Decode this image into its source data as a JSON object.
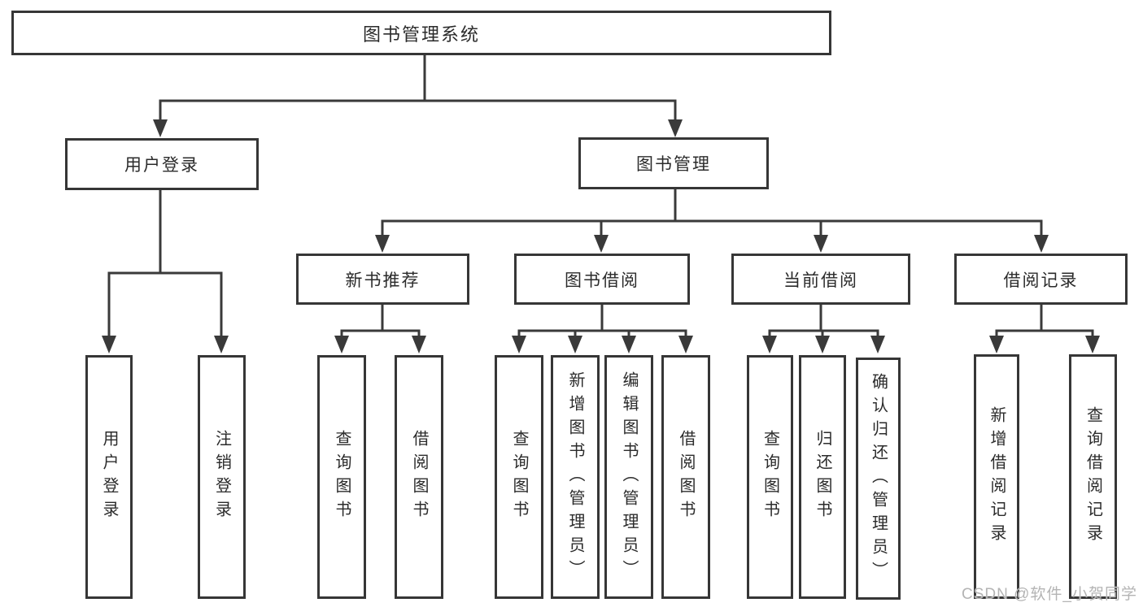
{
  "nodes": {
    "root": {
      "label": "图书管理系统"
    },
    "user_login_branch": {
      "label": "用户登录"
    },
    "book_management_branch": {
      "label": "图书管理"
    },
    "new_book_recommend": {
      "label": "新书推荐"
    },
    "book_borrowing": {
      "label": "图书借阅"
    },
    "current_borrowing": {
      "label": "当前借阅"
    },
    "borrowing_records": {
      "label": "借阅记录"
    },
    "leaf_user_login": {
      "label": "用户登录"
    },
    "leaf_logout": {
      "label": "注销登录"
    },
    "leaf_query_books_recommend": {
      "label": "查询图书"
    },
    "leaf_borrow_books_recommend": {
      "label": "借阅图书"
    },
    "leaf_query_books_borrowing": {
      "label": "查询图书"
    },
    "leaf_add_books_admin": {
      "label": "新增图书（管理员）"
    },
    "leaf_edit_books_admin": {
      "label": "编辑图书（管理员）"
    },
    "leaf_borrow_books_borrowing": {
      "label": "借阅图书"
    },
    "leaf_query_books_current": {
      "label": "查询图书"
    },
    "leaf_return_books": {
      "label": "归还图书"
    },
    "leaf_confirm_return_admin": {
      "label": "确认归还（管理员）"
    },
    "leaf_add_borrow_record": {
      "label": "新增借阅记录"
    },
    "leaf_query_borrow_record": {
      "label": "查询借阅记录"
    }
  },
  "watermark": "CSDN @软件_小贺同学",
  "colors": {
    "line": "#3a3a3a",
    "box_border": "#363636",
    "text": "#2b2b2b",
    "watermark": "#b4b4b4",
    "background": "#ffffff"
  }
}
